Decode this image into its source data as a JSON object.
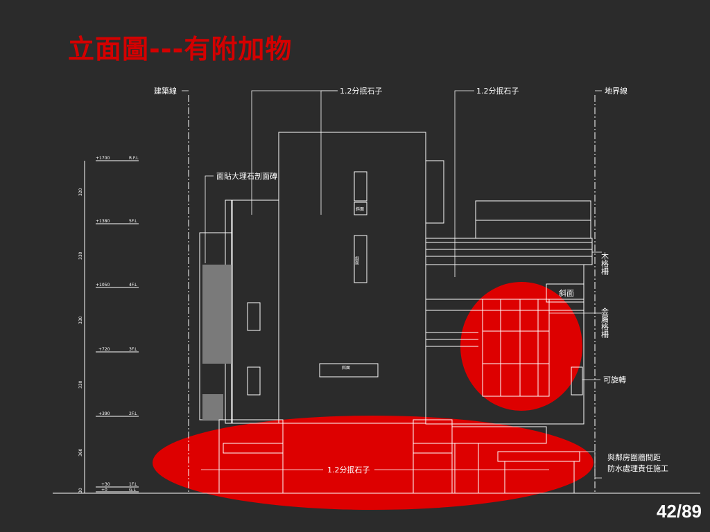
{
  "slide": {
    "title": "立面圖---有附加物",
    "page": "42/89"
  },
  "labels": {
    "building_line": "建築線",
    "stone_top_left": "1.2分抿石子",
    "stone_top_right": "1.2分抿石子",
    "boundary_line": "地界線",
    "marble": "面貼大理石剖面磚",
    "wood_grille": "木格柵",
    "slope_right": "斜面",
    "metal_grille": "金屬格柵",
    "rotatable": "可旋轉",
    "stone_bottom": "1.2分抿石子",
    "neighbor_line1": "與鄰房圍牆間距",
    "neighbor_line2": "防水處理責任施工",
    "slope_small_1": "斜面",
    "slope_small_2": "斜面",
    "slope_small_3": "斜面"
  },
  "levels": [
    {
      "value": "+1700",
      "name": "R.F.L"
    },
    {
      "value": "+1380",
      "name": "5F.L"
    },
    {
      "value": "+1050",
      "name": "4F.L"
    },
    {
      "value": "+720",
      "name": "3F.L"
    },
    {
      "value": "+390",
      "name": "2F.L"
    },
    {
      "value": "+30",
      "name": "1F.L"
    },
    {
      "value": "+0",
      "name": "G.L"
    }
  ],
  "dimensions": [
    "320",
    "330",
    "330",
    "330",
    "360",
    "30"
  ],
  "colors": {
    "highlight": "#dd0000",
    "line": "#ffffff",
    "background": "#2b2b2b"
  }
}
